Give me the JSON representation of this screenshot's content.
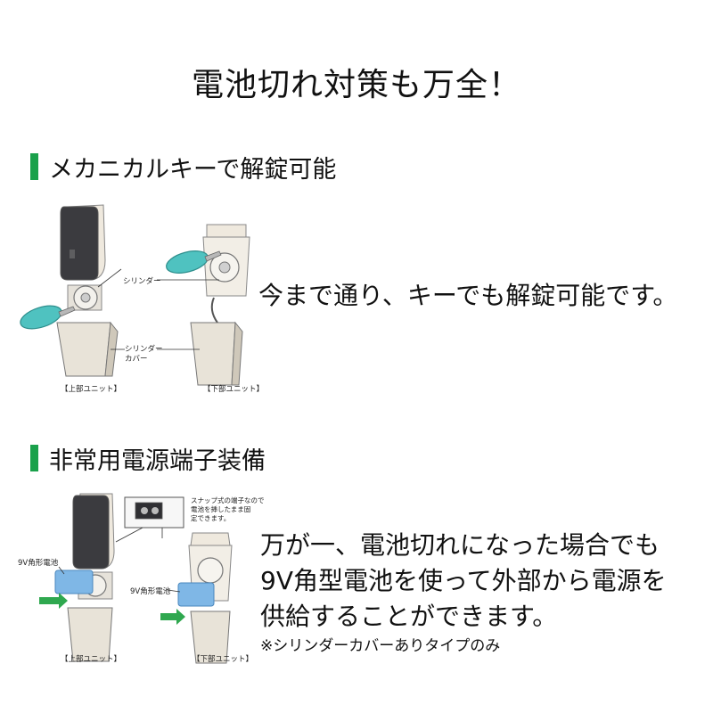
{
  "headline": "電池切れ対策も万全！",
  "section1": {
    "title": "メカニカルキーで解錠可能",
    "text": "今まで通り、キーでも解錠可能です。",
    "figure": {
      "label_cylinder": "シリンダー",
      "label_cover_1": "シリンダー",
      "label_cover_2": "カバー",
      "caption_upper": "【上部ユニット】",
      "caption_lower": "【下部ユニット】"
    }
  },
  "section2": {
    "title": "非常用電源端子装備",
    "lines": [
      "万が一、電池切れになった場合でも",
      "9V角型電池を使って外部から電源を",
      "供給することができます。"
    ],
    "note": "※シリンダーカバーありタイプのみ",
    "figure": {
      "snap_note_1": "スナップ式の端子なので",
      "snap_note_2": "電池を挿したまま固",
      "snap_note_3": "定できます。",
      "battery_label_left": "9V角形電池",
      "battery_label_right": "9V角形電池",
      "caption_upper": "【上部ユニット】",
      "caption_lower": "【下部ユニット】"
    }
  },
  "colors": {
    "accent_bar": "#1aa14b",
    "key_teal": "#4fc2c0",
    "battery_blue": "#7fb7e6",
    "arrow_green": "#2fa84f"
  }
}
